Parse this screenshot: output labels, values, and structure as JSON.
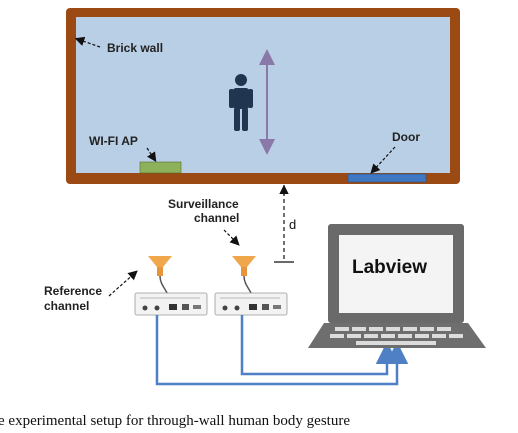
{
  "labels": {
    "brick_wall": "Brick wall",
    "wifi_ap": "WI-FI AP",
    "door": "Door",
    "surveillance_line1": "Surveillance",
    "surveillance_line2": "channel",
    "distance": "d",
    "reference_line1": "Reference",
    "reference_line2": "channel",
    "laptop_screen": "Labview"
  },
  "caption": "e experimental setup for through-wall human body gesture",
  "colors": {
    "wall": "#9a4a12",
    "room_floor": "#b9cfe6",
    "wifi_ap": "#8db15a",
    "door": "#3f78c2",
    "person": "#1f3550",
    "motion_arrow": "#8a78a8",
    "antenna": "#f0a64b",
    "cable": "#4f7fc4",
    "laptop": "#6a6a6a",
    "screen": "#f4f4f4"
  },
  "icons": {
    "person": "person-icon",
    "antenna": "horn-antenna-icon",
    "receiver": "sdr-receiver-icon",
    "laptop": "laptop-icon"
  }
}
